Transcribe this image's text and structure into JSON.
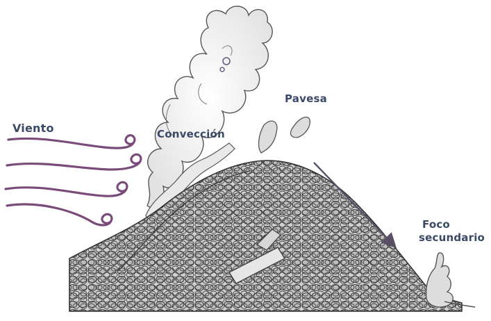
{
  "labels": {
    "wind": "Viento",
    "convection": "Convección",
    "ember": "Pavesa",
    "secondary_fire_line1": "Foco",
    "secondary_fire_line2": "secundario"
  },
  "colors": {
    "outline": "#555555",
    "wind": "#7a4a7a",
    "arrow": "#5a5066",
    "label": "#3a4a66",
    "smoke_fill": "#f1f1f1",
    "ember_fill": "#dddddd"
  }
}
